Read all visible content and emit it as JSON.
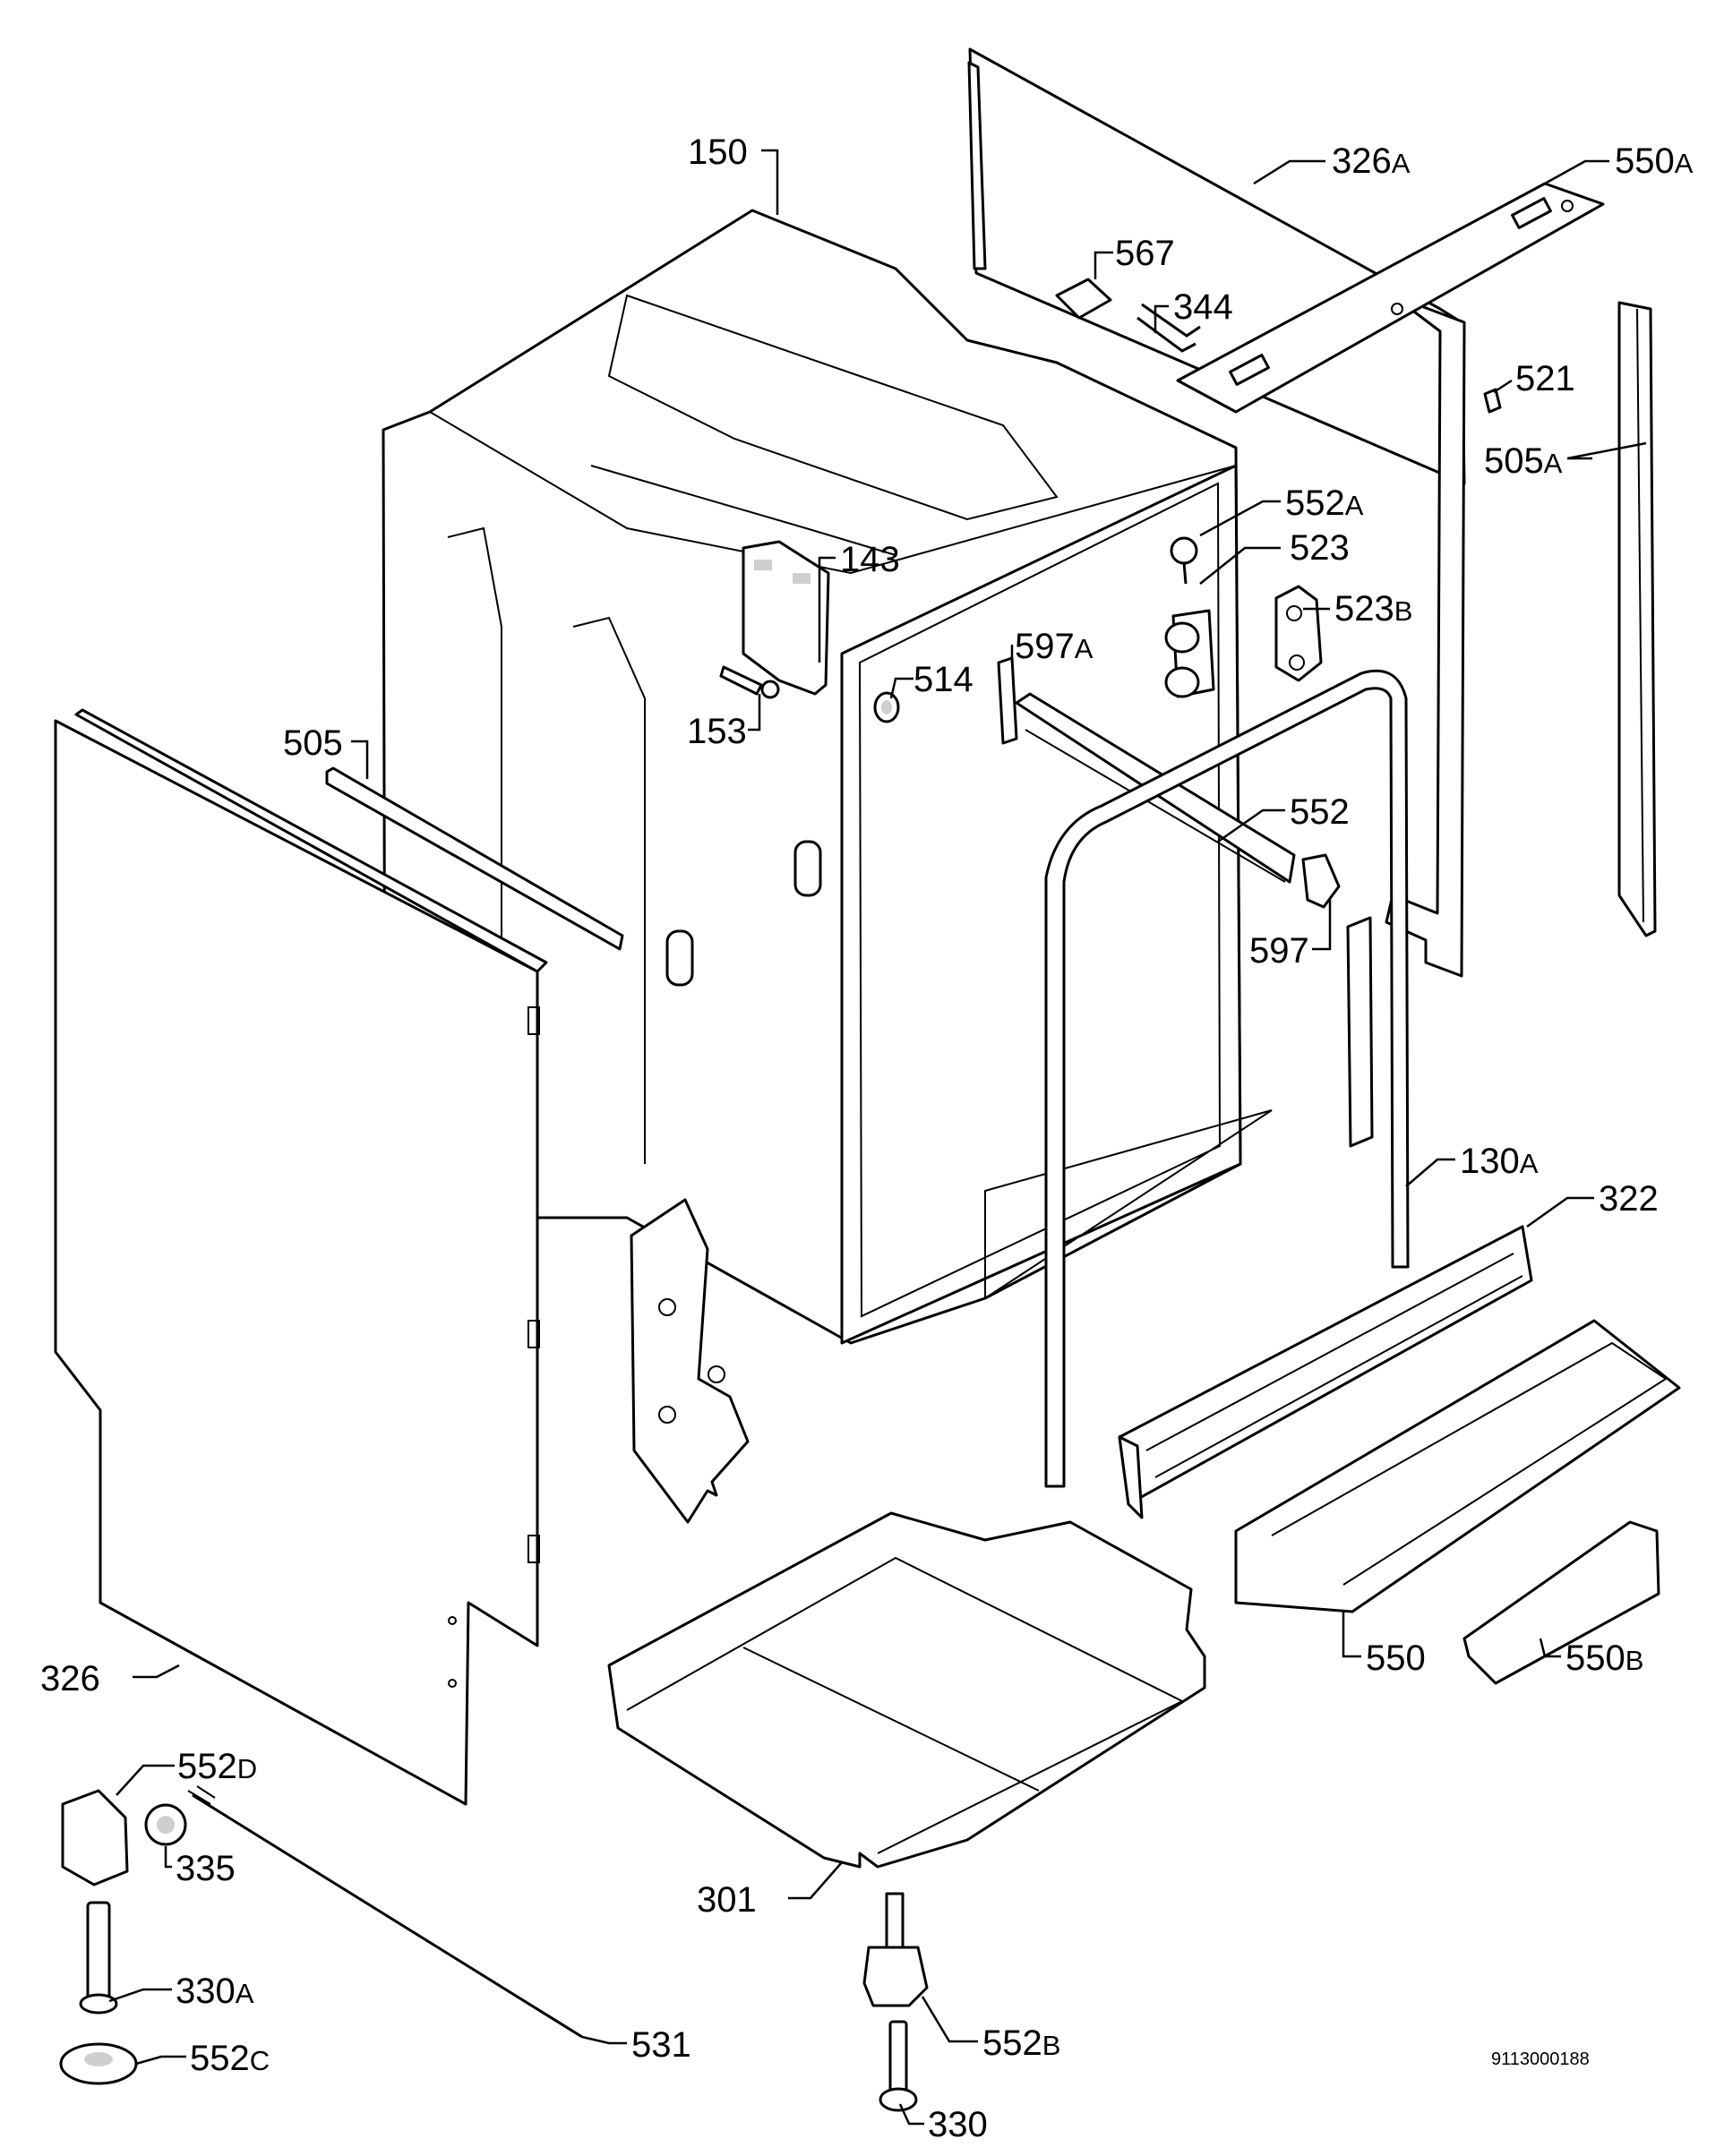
{
  "diagram": {
    "title": "",
    "document_number": "9113000188",
    "labels": [
      {
        "id": "150",
        "num": "150",
        "suffix": ""
      },
      {
        "id": "326A",
        "num": "326",
        "suffix": "A"
      },
      {
        "id": "550A",
        "num": "550",
        "suffix": "A"
      },
      {
        "id": "567",
        "num": "567",
        "suffix": ""
      },
      {
        "id": "344",
        "num": "344",
        "suffix": ""
      },
      {
        "id": "521",
        "num": "521",
        "suffix": ""
      },
      {
        "id": "505A",
        "num": "505",
        "suffix": "A"
      },
      {
        "id": "552A",
        "num": "552",
        "suffix": "A"
      },
      {
        "id": "523",
        "num": "523",
        "suffix": ""
      },
      {
        "id": "523B",
        "num": "523",
        "suffix": "B"
      },
      {
        "id": "143",
        "num": "143",
        "suffix": ""
      },
      {
        "id": "597A",
        "num": "597",
        "suffix": "A"
      },
      {
        "id": "514",
        "num": "514",
        "suffix": ""
      },
      {
        "id": "153",
        "num": "153",
        "suffix": ""
      },
      {
        "id": "505",
        "num": "505",
        "suffix": ""
      },
      {
        "id": "552",
        "num": "552",
        "suffix": ""
      },
      {
        "id": "597",
        "num": "597",
        "suffix": ""
      },
      {
        "id": "130A",
        "num": "130",
        "suffix": "A"
      },
      {
        "id": "322",
        "num": "322",
        "suffix": ""
      },
      {
        "id": "550",
        "num": "550",
        "suffix": ""
      },
      {
        "id": "550B",
        "num": "550",
        "suffix": "B"
      },
      {
        "id": "326",
        "num": "326",
        "suffix": ""
      },
      {
        "id": "552D",
        "num": "552",
        "suffix": "D"
      },
      {
        "id": "335",
        "num": "335",
        "suffix": ""
      },
      {
        "id": "301",
        "num": "301",
        "suffix": ""
      },
      {
        "id": "330A",
        "num": "330",
        "suffix": "A"
      },
      {
        "id": "531",
        "num": "531",
        "suffix": ""
      },
      {
        "id": "552B",
        "num": "552",
        "suffix": "B"
      },
      {
        "id": "552C",
        "num": "552",
        "suffix": "C"
      },
      {
        "id": "330",
        "num": "330",
        "suffix": ""
      }
    ]
  }
}
